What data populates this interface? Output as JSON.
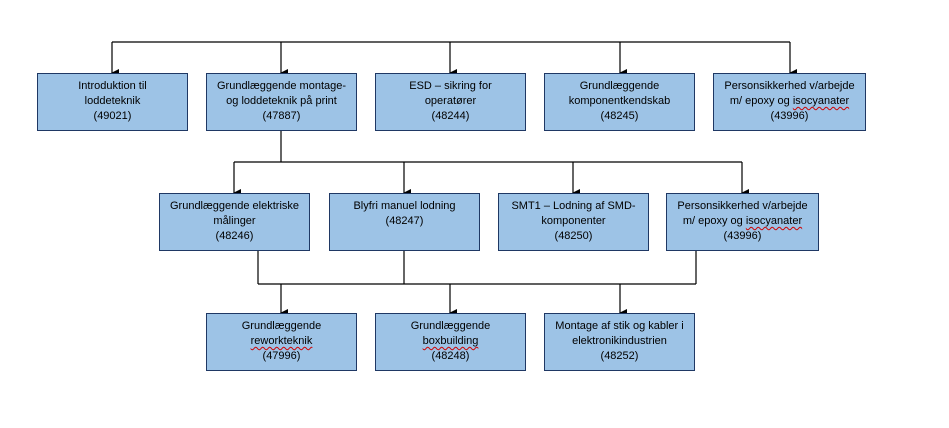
{
  "row1": [
    {
      "lines": [
        "Introduktion til",
        "loddeteknik",
        "(49021)"
      ]
    },
    {
      "lines": [
        "Grundlæggende montage-",
        "og loddeteknik på print",
        "(47887)"
      ]
    },
    {
      "lines": [
        "ESD – sikring for",
        "operatører",
        "(48244)"
      ]
    },
    {
      "lines": [
        "Grundlæggende",
        "komponentkendskab",
        "(48245)"
      ]
    },
    {
      "lines_pre": [
        "Personsikkerhed v/arbejde"
      ],
      "line2_a": "m/ epoxy og ",
      "line2_b": "isocyanater",
      "code": "(43996)"
    }
  ],
  "row2": [
    {
      "lines": [
        "Grundlæggende elektriske",
        "målinger",
        "(48246)"
      ]
    },
    {
      "lines": [
        "Blyfri manuel lodning",
        "(48247)"
      ]
    },
    {
      "lines": [
        "SMT1 – Lodning af SMD-",
        "komponenter",
        "(48250)"
      ]
    },
    {
      "lines_pre": [
        "Personsikkerhed v/arbejde"
      ],
      "line2_a": "m/ epoxy og ",
      "line2_b": "isocyanater",
      "code": "(43996)"
    }
  ],
  "row3": [
    {
      "line1": "Grundlæggende",
      "line2": "reworkteknik",
      "code": "(47996)"
    },
    {
      "line1": "Grundlæggende",
      "line2": "boxbuilding",
      "code": "(48248)"
    },
    {
      "lines": [
        "Montage af stik og kabler i",
        "elektronikindustrien",
        "(48252)"
      ]
    }
  ],
  "colors": {
    "box_fill": "#9dc3e6",
    "box_border": "#1f3864",
    "connector": "#000000"
  }
}
